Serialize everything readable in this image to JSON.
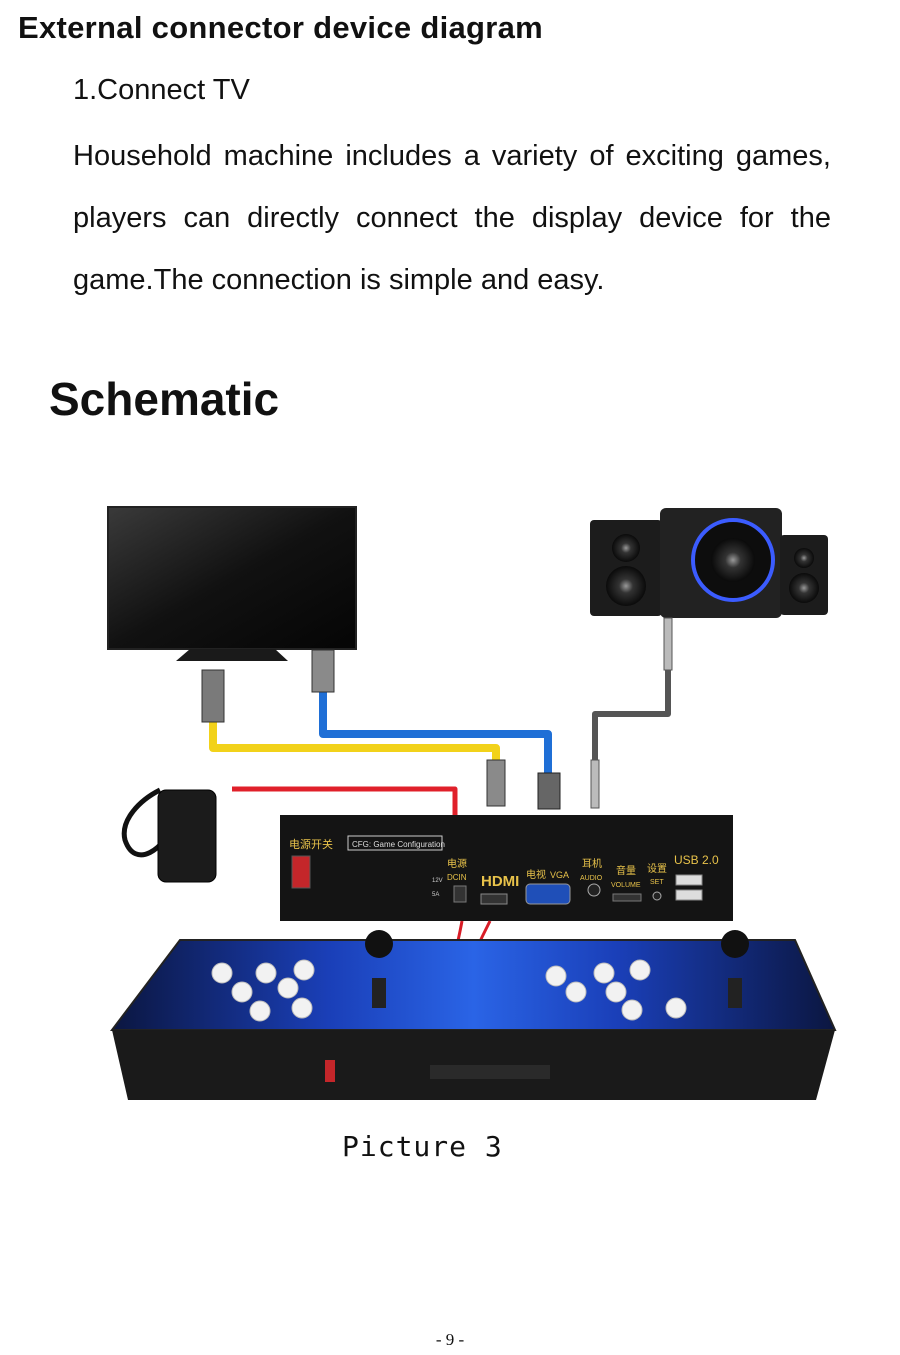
{
  "heading": "External connector device diagram",
  "section": {
    "subtitle": "1.Connect TV",
    "paragraph": "Household machine includes a variety of exciting games, players can directly connect the display device for the game.The connection is simple and easy."
  },
  "schematic": {
    "title": "Schematic",
    "panel_labels": {
      "power_switch": "电源开关",
      "cfg": "CFG: Game Configuration",
      "dc_cn": "电源",
      "dc": "DCIN",
      "v12": "12V",
      "a5": "5A",
      "hdmi": "HDMI",
      "tv_cn": "电视",
      "vga": "VGA",
      "ear_cn": "耳机",
      "audio": "AUDIO",
      "vol_cn": "音量",
      "volume": "VOLUME",
      "set_cn": "设置",
      "set": "SET",
      "usb": "USB 2.0"
    },
    "caption": "Picture 3"
  },
  "page_number": "- 9 -",
  "colors": {
    "hdmi_cable": "#f2d21a",
    "vga_cable": "#1f6fd6",
    "power_cable": "#e0202a",
    "audio_cable": "#555555",
    "panel": "#141414",
    "label_gold": "#e8c24a"
  }
}
